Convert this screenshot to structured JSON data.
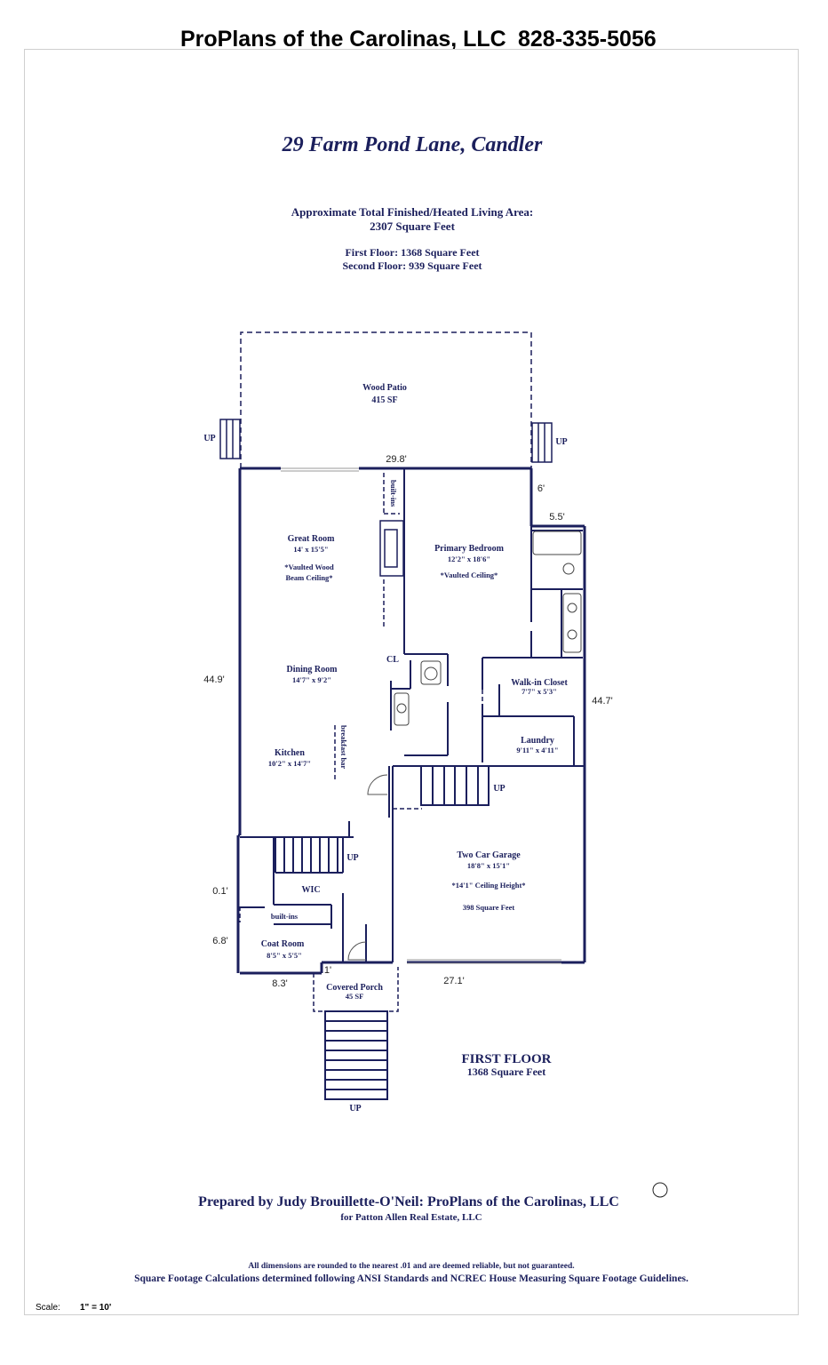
{
  "header": {
    "company": "ProPlans of the Carolinas, LLC",
    "phone": "828-335-5056"
  },
  "address": "29 Farm Pond Lane, Candler",
  "area": {
    "total_label": "Approximate Total Finished/Heated Living Area:",
    "total_value": "2307 Square Feet",
    "first_floor": "First Floor:  1368 Square Feet",
    "second_floor": "Second Floor:  939 Square Feet"
  },
  "plan": {
    "floor_title": "FIRST FLOOR",
    "floor_area": "1368 Square Feet",
    "rooms": {
      "wood_patio": "Wood Patio",
      "wood_patio_area": "415 SF",
      "great_room": "Great Room",
      "great_room_dim": "14' x 15'5\"",
      "great_room_note1": "*Vaulted Wood",
      "great_room_note2": "Beam Ceiling*",
      "primary_bedroom": "Primary Bedroom",
      "primary_bedroom_dim": "12'2\" x 18'6\"",
      "primary_bedroom_note": "*Vaulted Ceiling*",
      "builtins_top": "built-ins",
      "cl": "CL",
      "dining_room": "Dining Room",
      "dining_room_dim": "14'7\" x 9'2\"",
      "walkin_closet": "Walk-in Closet",
      "walkin_closet_dim": "7'7\" x 5'3\"",
      "kitchen": "Kitchen",
      "kitchen_dim": "10'2\" x 14'7\"",
      "breakfast_bar": "breakfast bar",
      "laundry": "Laundry",
      "laundry_dim": "9'11\" x 4'11\"",
      "two_car_garage": "Two Car Garage",
      "garage_dim": "18'8\" x 15'1\"",
      "garage_note": "*14'1\" Ceiling Height*",
      "garage_area": "398 Square Feet",
      "wic": "WIC",
      "builtins_bottom": "built-ins",
      "coat_room": "Coat Room",
      "coat_room_dim": "8'5\" x 5'5\"",
      "covered_porch": "Covered Porch",
      "covered_porch_area": "45 SF"
    },
    "up_labels": {
      "patio_left": "UP",
      "patio_right": "UP",
      "garage_stair": "UP",
      "interior_stair": "UP",
      "porch_stair": "UP"
    },
    "dimensions": {
      "top": "29.8'",
      "right_notch_v": "6'",
      "right_notch_h": "5.5'",
      "left": "44.9'",
      "right": "44.7'",
      "left_step1": "0.1'",
      "left_step2": "6.8'",
      "bottom_left": "8.3'",
      "porch_step": "1'",
      "bottom_right": "27.1'"
    }
  },
  "footer": {
    "prepared_by": "Prepared by Judy Brouillette-O'Neil: ProPlans of the Carolinas, LLC",
    "for_line": "for Patton Allen Real Estate, LLC",
    "disclaimer": "All dimensions are rounded to the nearest .01 and are deemed reliable, but not guaranteed.",
    "standards": "Square Footage Calculations determined following ANSI Standards and NCREC House Measuring Square Footage Guidelines.",
    "scale_label": "Scale:",
    "scale_value": "1\" = 10'"
  },
  "colors": {
    "wall": "#1b1f5c",
    "text_navy": "#1b1f5c",
    "frame": "#cfcfcf"
  }
}
